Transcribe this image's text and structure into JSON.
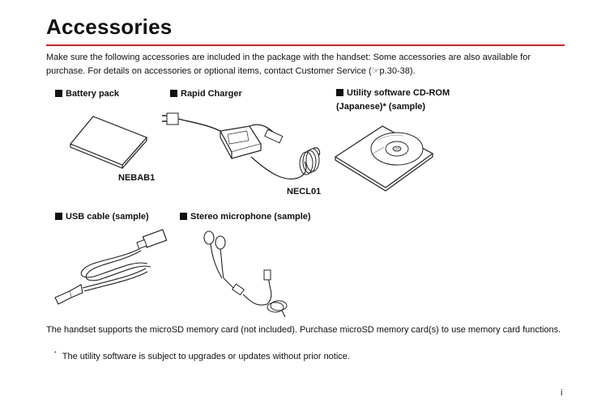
{
  "title": "Accessories",
  "intro": "Make sure the following accessories are included in the package with the handset: Some accessories are also available for purchase. For details on accessories or optional items, contact Customer Service (☞p.30-38).",
  "items": {
    "battery": {
      "label": "Battery pack",
      "model": "NEBAB1"
    },
    "charger": {
      "label": "Rapid Charger",
      "model": "NECL01"
    },
    "cdrom": {
      "label": "Utility software CD-ROM",
      "label2": "(Japanese)* (sample)"
    },
    "usb": {
      "label": "USB cable (sample)"
    },
    "mic": {
      "label": "Stereo microphone (sample)"
    }
  },
  "footer": {
    "text": "The handset supports the microSD memory card (not included). Purchase microSD memory card(s) to use memory card functions.",
    "note_mark": "*",
    "note": "The utility software is subject to upgrades or updates without prior notice."
  },
  "page_number": "i"
}
